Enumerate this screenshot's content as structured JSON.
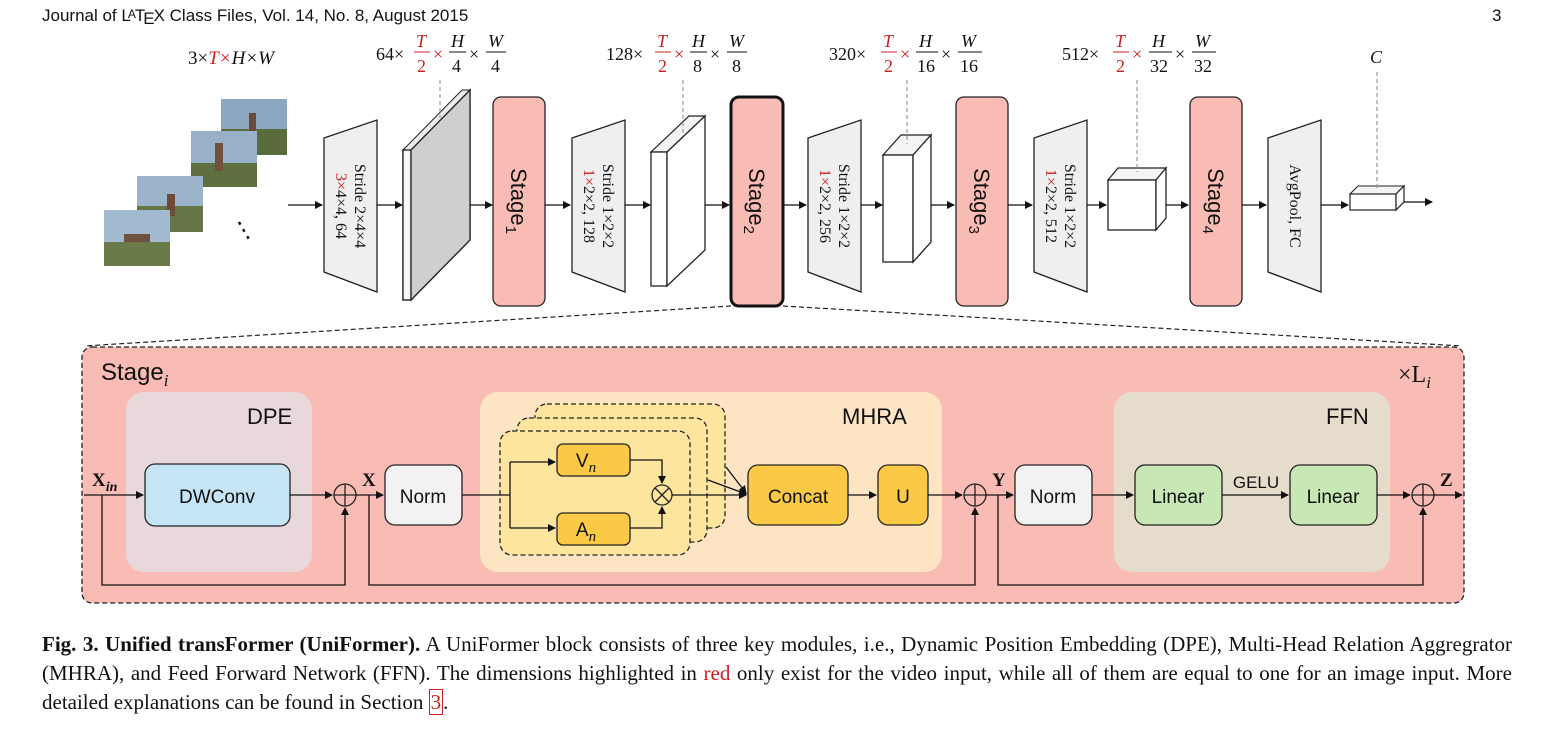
{
  "header": {
    "journal": "Journal of L",
    "journal_a": "A",
    "journal_t": "T",
    "journal_e": "E",
    "journal_rest": "X Class Files, Vol. 14, No. 8, August 2015",
    "page": "3"
  },
  "pipeline": {
    "input_dims": {
      "pre": "3×",
      "red": "T×",
      "post": "H×W"
    },
    "dims": [
      {
        "lead": "64×",
        "T": "T",
        "two": "2",
        "H": "H",
        "hden": "4",
        "W": "W",
        "wden": "4"
      },
      {
        "lead": "128×",
        "T": "T",
        "two": "2",
        "H": "H",
        "hden": "8",
        "W": "W",
        "wden": "8"
      },
      {
        "lead": "320×",
        "T": "T",
        "two": "2",
        "H": "H",
        "hden": "16",
        "W": "W",
        "wden": "16"
      },
      {
        "lead": "512×",
        "T": "T",
        "two": "2",
        "H": "H",
        "hden": "32",
        "W": "W",
        "wden": "32"
      }
    ],
    "output_dim": "C",
    "ellipsis": "⋮",
    "convs": [
      {
        "red": "3×",
        "line1": "4×4, 64",
        "line2": "Stride 2×4×4"
      },
      {
        "red": "1×",
        "line1": "2×2, 128",
        "line2": "Stride 1×2×2"
      },
      {
        "red": "1×",
        "line1": "2×2, 256",
        "line2": "Stride 1×2×2"
      },
      {
        "red": "1×",
        "line1": "2×2, 512",
        "line2": "Stride 1×2×2"
      }
    ],
    "stages": [
      {
        "label": "Stage",
        "sub": "1"
      },
      {
        "label": "Stage",
        "sub": "2"
      },
      {
        "label": "Stage",
        "sub": "3"
      },
      {
        "label": "Stage",
        "sub": "4"
      }
    ],
    "pool": "AvgPool, FC"
  },
  "stage_detail": {
    "title": "Stage",
    "title_sub": "i",
    "repeat": "×L",
    "repeat_sub": "i",
    "dpe_label": "DPE",
    "mhra_label": "MHRA",
    "ffn_label": "FFN",
    "x_in": "X",
    "x_in_sub": "in",
    "x": "X",
    "y": "Y",
    "z": "Z",
    "dwconv": "DWConv",
    "norm1": "Norm",
    "norm2": "Norm",
    "v": "V",
    "v_sub": "n",
    "a": "A",
    "a_sub": "n",
    "concat": "Concat",
    "u": "U",
    "linear1": "Linear",
    "gelu": "GELU",
    "linear2": "Linear"
  },
  "colors": {
    "stage_fill": "#f9bcb4",
    "dpe_fill": "#e8d8dc",
    "dwconv_fill": "#c5e4f6",
    "mhra_fill": "#fde4c2",
    "head_fill": "#fde59e",
    "op_fill": "#fcc947",
    "ffn_fill": "#e6dccb",
    "linear_fill": "#c7e7b4",
    "red": "#cc1f1f"
  },
  "caption": {
    "fig": "Fig. 3. Unified transFormer (UniFormer).",
    "text1": " A UniFormer block consists of three key modules, i.e., Dynamic Position Embedding (DPE), Multi-Head Relation Aggregrator (MHRA), and Feed Forward Network (FFN). The dimensions highlighted in ",
    "red": "red",
    "text2": " only exist for the video input, while all of them are equal to one for an image input. More detailed explanations can be found in Section ",
    "ref": "3",
    "end": "."
  }
}
